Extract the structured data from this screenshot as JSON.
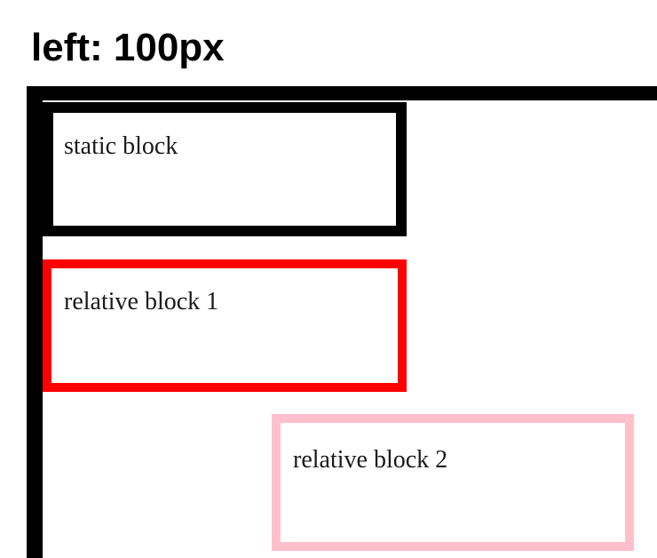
{
  "heading": "left: 100px",
  "blocks": {
    "static": {
      "label": "static block",
      "border_color": "#000000"
    },
    "relative_1": {
      "label": "relative block 1",
      "border_color": "#ff0000"
    },
    "relative_2": {
      "label": "relative block 2",
      "border_color": "#ffc0cb"
    }
  },
  "colors": {
    "container": "#000000",
    "background": "#ffffff"
  }
}
